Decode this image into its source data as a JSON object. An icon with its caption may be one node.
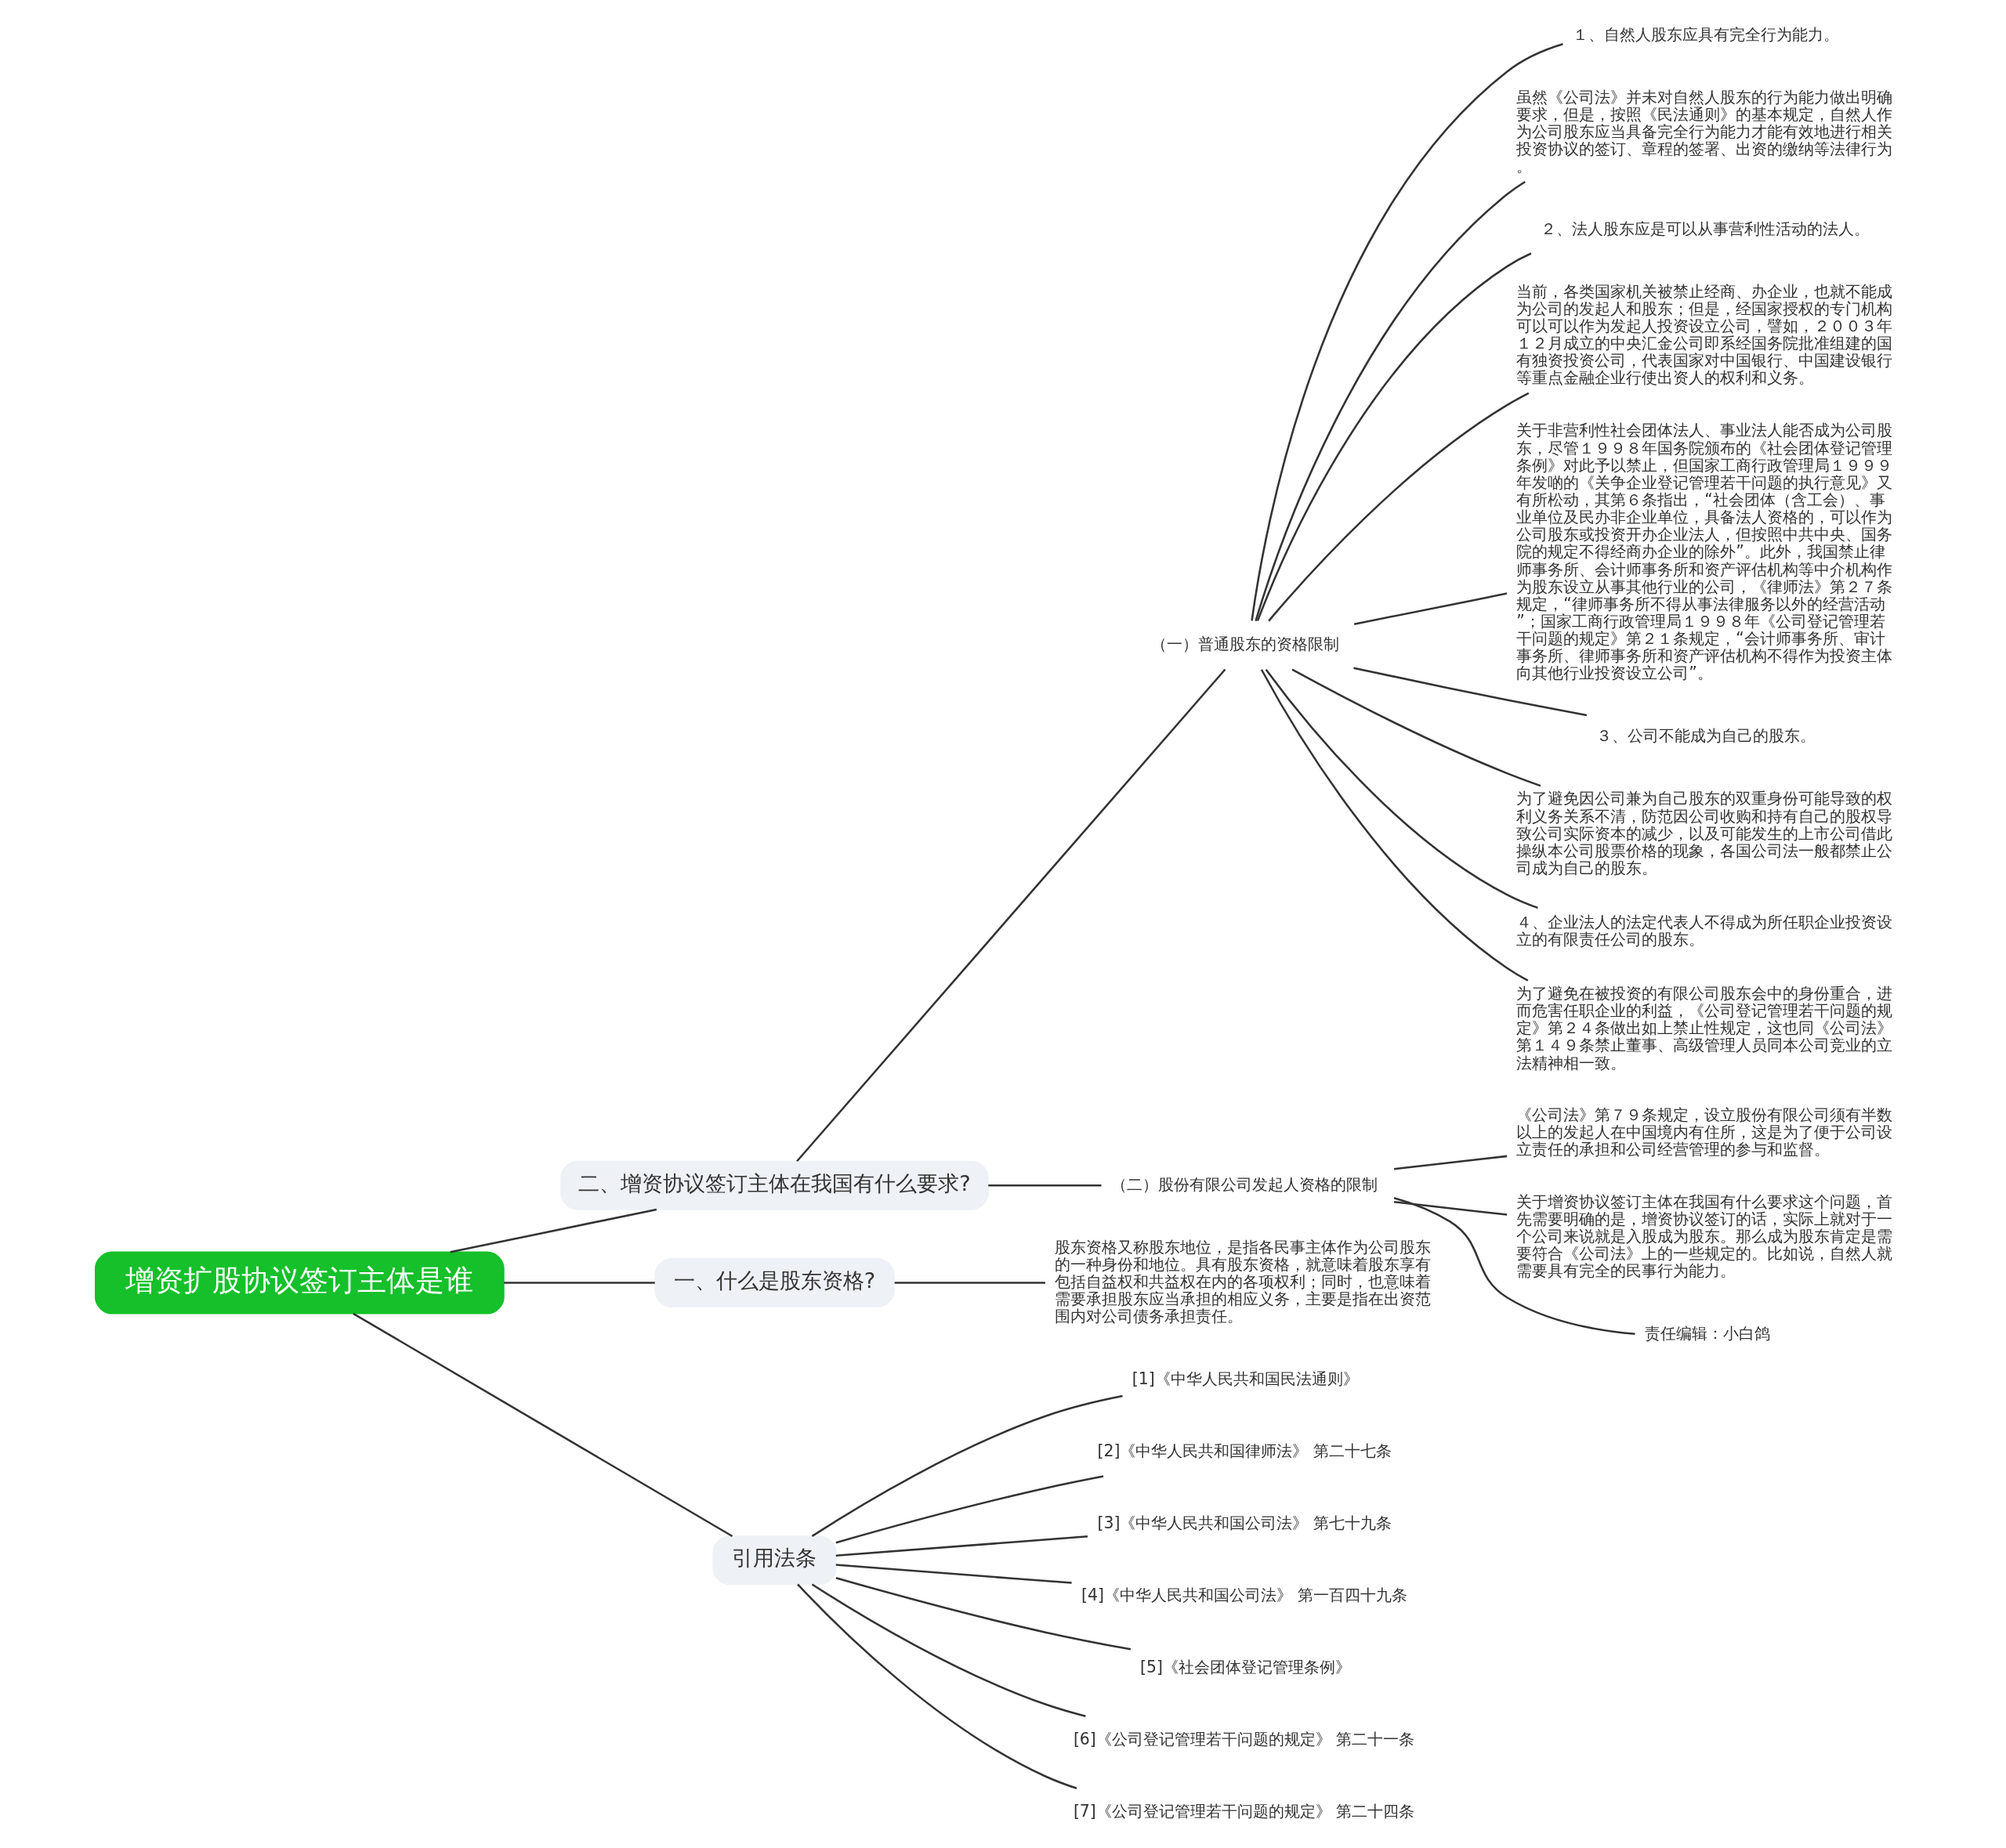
{
  "diagram": {
    "nodes": [
      {
        "text": [
          "增资扩股协议签订主体是谁"
        ]
      },
      {
        "text": [
          "二、增资协议签订主体在我国有什么要求?"
        ]
      },
      {
        "text": [
          "（一）普通股东的资格限制"
        ]
      },
      {
        "text": [
          "１、自然人股东应具有完全行为能力。"
        ]
      },
      {
        "text": [
          "虽然《公司法》并未对自然人股东的行为能力做出明确要求，但是，按照《民法通则》的基本规定，自然人作为公司股东应当具备完全行为能力才能有效地进行相关投资协议的签订、章程的签署、出资的缴纳等法律行为。"
        ]
      },
      {
        "text": [
          "２、法人股东应是可以从事营利性活动的法人。"
        ]
      },
      {
        "text": [
          "当前，各类国家机关被禁止经商、办企业，也就不能成为公司的发起人和股东；但是，经国家授权的专门机构可以可以作为发起人投资设立公司，譬如，２００３年１２月成立的中央汇金公司即系经国务院批准组建的国有独资投资公司，代表国家对中国银行、中国建设银行等重点金融企业行使出资人的权利和义务。"
        ]
      },
      {
        "text": [
          "关于非营利性社会团体法人、事业法人能否成为公司股东，尽管１９９８年国务院颁布的《社会团体登记管理条例》对此予以禁止，但国家工商行政管理局１９９９年发啲的《关争企业登记管理若干问题的执行意见》又有所松动，其第６条指出，“社会团体（含工会）、事业单位及民办非企业单位，具备法人资格的，可以作为公司股东或投资开办企业法人，但按照中共中央、国务院的规定不得经商办企业的除外”。此外，我国禁止律师事务所、会计师事务所和资产评估机构等中介机构作为股东设立从事其他行业的公司，《律师法》第２７条规定，“律师事务所不得从事法律服务以外的经营活动”；国家工商行政管理局１９９８年《公司登记管理若干问题的规定》第２１条规定，“会计师事务所、审计事务所、律师事务所和资产评估机构不得作为投资主体向其他行业投资设立公司”。"
        ]
      },
      {
        "text": [
          "３、公司不能成为自己的股东。"
        ]
      },
      {
        "text": [
          "为了避免因公司兼为自己股东的双重身份可能导致的权利义务关系不清，防范因公司收购和持有自己的股权导致公司实际资本的减少，以及可能发生的上市公司借此操纵本公司股票价格的现象，各国公司法一般都禁止公司成为自己的股东。"
        ]
      },
      {
        "text": [
          "４、企业法人的法定代表人不得成为所任职企业投资设立的有限责任公司的股东。"
        ]
      },
      {
        "text": [
          "为了避免在被投资的有限公司股东会中的身份重合，进而危害任职企业的利益，《公司登记管理若干问题的规定》第２４条做出如上禁止性规定，这也同《公司法》第１４９条禁止董事、高级管理人员同本公司竞业的立法精神相一致。"
        ]
      },
      {
        "text": [
          "（二）股份有限公司发起人资格的限制"
        ]
      },
      {
        "text": [
          "《公司法》第７９条规定，设立股份有限公司须有半数以上的发起人在中国境内有住所，这是为了便于公司设立责任的承担和公司经营管理的参与和监督。"
        ]
      },
      {
        "text": [
          "关于增资协议签订主体在我国有什么要求这个问题，首先需要明确的是，增资协议签订的话，实际上就对于一个公司来说就是入股成为股东。那么成为股东肯定是需要符合《公司法》上的一些规定的。比如说，自然人就需要具有完全的民事行为能力。"
        ]
      },
      {
        "text": [
          "责任编辑：小白鸽"
        ]
      },
      {
        "text": [
          "一、什么是股东资格?"
        ]
      },
      {
        "text": [
          "股东资格又称股东地位，是指各民事主体作为公司股东的一种身份和地位。具有股东资格，就意味着股东享有包括自益权和共益权在内的各项权利；同时，也意味着需要承担股东应当承担的相应义务，主要是指在出资范围内对公司债务承担责任。"
        ]
      },
      {
        "text": [
          "引用法条"
        ]
      },
      {
        "text": [
          "[1]《中华人民共和国民法通则》"
        ]
      },
      {
        "text": [
          "[2]《中华人民共和国律师法》 第二十七条"
        ]
      },
      {
        "text": [
          "[3]《中华人民共和国公司法》 第七十九条"
        ]
      },
      {
        "text": [
          "[4]《中华人民共和国公司法》 第一百四十九条"
        ]
      },
      {
        "text": [
          "[5]《社会团体登记管理条例》"
        ]
      },
      {
        "text": [
          "[6]《公司登记管理若干问题的规定》 第二十一条"
        ]
      },
      {
        "text": [
          "[7]《公司登记管理若干问题的规定》 第二十四条"
        ]
      }
    ],
    "edges": [
      {
        "from": 0,
        "to": 1,
        "arrow": "none"
      },
      {
        "from": 1,
        "to": 2,
        "arrow": "none"
      },
      {
        "from": 2,
        "to": 3,
        "arrow": "none"
      },
      {
        "from": 2,
        "to": 4,
        "arrow": "none"
      },
      {
        "from": 2,
        "to": 5,
        "arrow": "none"
      },
      {
        "from": 2,
        "to": 6,
        "arrow": "none"
      },
      {
        "from": 2,
        "to": 7,
        "arrow": "none"
      },
      {
        "from": 2,
        "to": 8,
        "arrow": "none"
      },
      {
        "from": 2,
        "to": 9,
        "arrow": "none"
      },
      {
        "from": 2,
        "to": 10,
        "arrow": "none"
      },
      {
        "from": 2,
        "to": 11,
        "arrow": "none"
      },
      {
        "from": 1,
        "to": 12,
        "arrow": "none"
      },
      {
        "from": 12,
        "to": 13,
        "arrow": "none"
      },
      {
        "from": 12,
        "to": 14,
        "arrow": "none"
      },
      {
        "from": 12,
        "to": 15,
        "arrow": "none"
      },
      {
        "from": 0,
        "to": 16,
        "arrow": "none"
      },
      {
        "from": 16,
        "to": 17,
        "arrow": "none"
      },
      {
        "from": 0,
        "to": 18,
        "arrow": "none"
      },
      {
        "from": 18,
        "to": 19,
        "arrow": "none"
      },
      {
        "from": 18,
        "to": 20,
        "arrow": "none"
      },
      {
        "from": 18,
        "to": 21,
        "arrow": "none"
      },
      {
        "from": 18,
        "to": 22,
        "arrow": "none"
      },
      {
        "from": 18,
        "to": 23,
        "arrow": "none"
      },
      {
        "from": 18,
        "to": 24,
        "arrow": "none"
      },
      {
        "from": 18,
        "to": 25,
        "arrow": "none"
      }
    ]
  }
}
